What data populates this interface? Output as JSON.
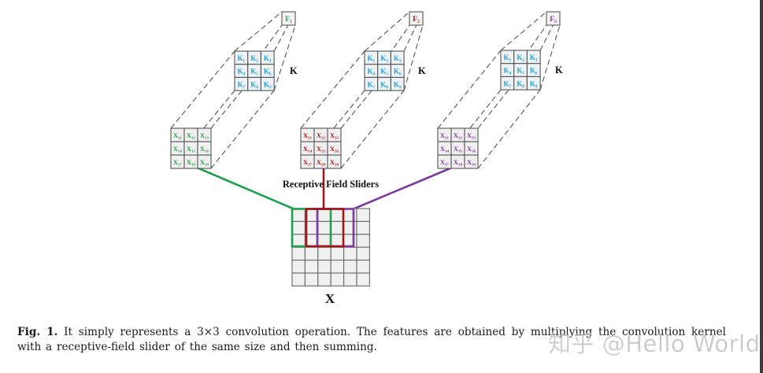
{
  "figure": {
    "colors": {
      "green": "#1f9e4f",
      "red": "#a01818",
      "purple": "#7a3a9e",
      "kernel_text": "#2aa0d0",
      "grid_stroke": "#555555",
      "cell_fill": "#f0f0f0",
      "dash_stroke": "#444444"
    },
    "branches": [
      {
        "id": "branch-1",
        "color_key": "green",
        "feature_label": "F₁",
        "kernel_label": "K",
        "kernel_cells": [
          "K₁",
          "K₂",
          "K₃",
          "K₄",
          "K₅",
          "K₆",
          "K₇",
          "K₈",
          "K₉"
        ],
        "slider_cells": [
          "X₁₁",
          "X₁₂",
          "X₁₃",
          "X₁₄",
          "X₁₅",
          "X₁₆",
          "X₁₇",
          "X₁₈",
          "X₁₉"
        ]
      },
      {
        "id": "branch-2",
        "color_key": "red",
        "feature_label": "F₂",
        "kernel_label": "K",
        "kernel_cells": [
          "K₁",
          "K₂",
          "K₃",
          "K₄",
          "K₅",
          "K₆",
          "K₇",
          "K₈",
          "K₉"
        ],
        "slider_cells": [
          "X₂₁",
          "X₂₂",
          "X₂₃",
          "X₂₄",
          "X₂₅",
          "X₂₆",
          "X₂₇",
          "X₂₈",
          "X₂₉"
        ]
      },
      {
        "id": "branch-3",
        "color_key": "purple",
        "feature_label": "F₃",
        "kernel_label": "K",
        "kernel_cells": [
          "K₁",
          "K₂",
          "K₃",
          "K₄",
          "K₅",
          "K₆",
          "K₇",
          "K₈",
          "K₉"
        ],
        "slider_cells": [
          "X₃₁",
          "X₃₂",
          "X₃₃",
          "X₃₄",
          "X₃₅",
          "X₃₆",
          "X₃₇",
          "X₃₈",
          "X₃₉"
        ]
      }
    ],
    "sliders_label": "Receptive Field Sliders",
    "input_label": "X",
    "input_grid": {
      "rows": 6,
      "cols": 6
    }
  },
  "caption": {
    "label": "Fig. 1.",
    "text": " It simply represents a 3×3 convolution operation. The features are obtained by multiplying the convolution kernel with a receptive-field slider of the same size and then summing."
  },
  "watermark": "知乎 @Hello World"
}
